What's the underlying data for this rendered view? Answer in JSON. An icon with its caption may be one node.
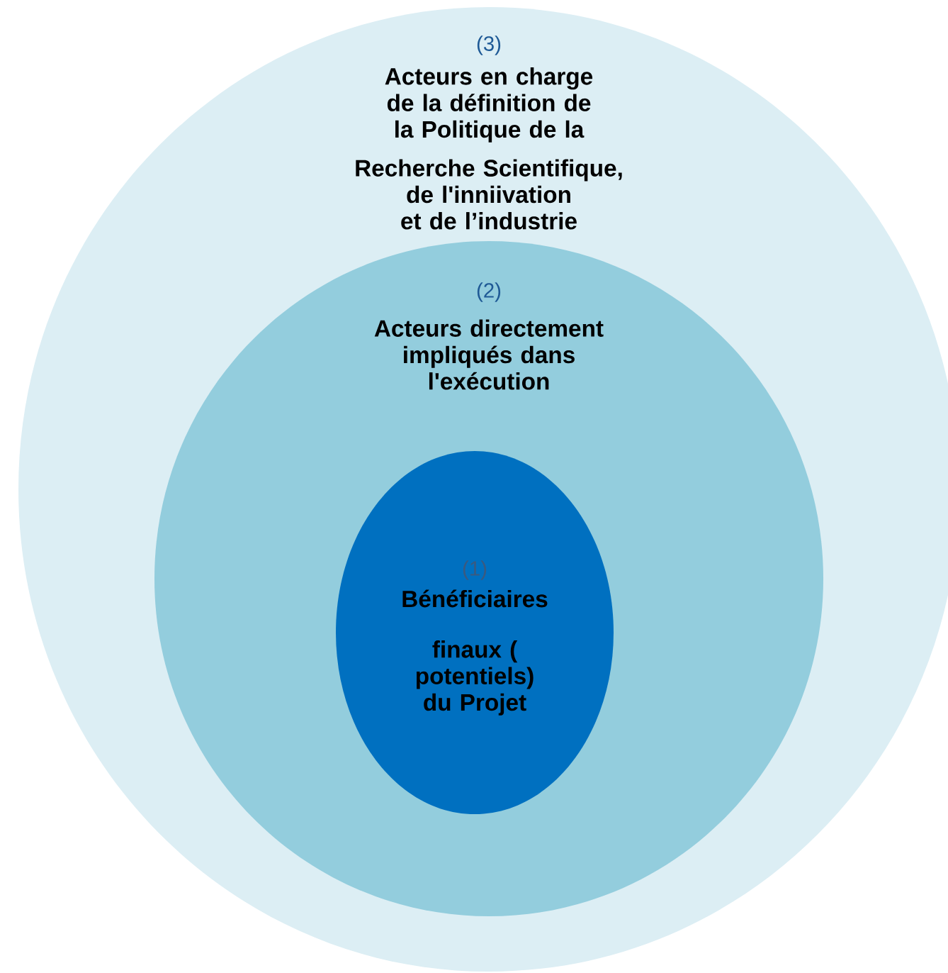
{
  "diagram": {
    "nodes": [
      {
        "text": [
          "(3)",
          "Acteurs en charge de la définition de la Politique de la",
          "Recherche Scientifique, de l'inniivation et de l’industrie"
        ]
      },
      {
        "text": [
          "(2)",
          "Acteurs directement impliqués  dans l'exécution"
        ],
        "in": 0
      },
      {
        "text": [
          "(1)",
          "Bénéficiaires",
          "finaux ( potentiels) du Projet"
        ],
        "in": 1
      }
    ]
  }
}
